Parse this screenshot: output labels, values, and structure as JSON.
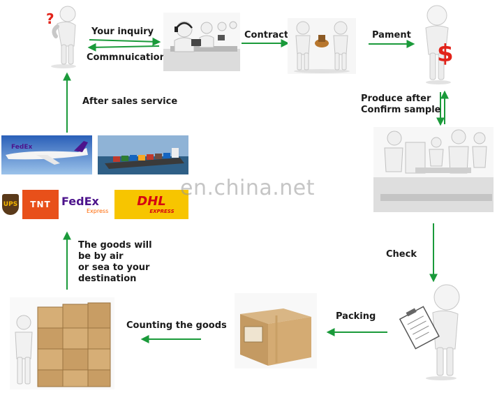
{
  "labels": {
    "your_inquiry": "Your inquiry",
    "communication": "Commnuication",
    "contract": "Contract",
    "payment": "Pament",
    "produce": "Produce after\nConfirm sample",
    "check": "Check",
    "packing": "Packing",
    "counting": "Counting the goods",
    "shipping": "The goods will\nbe by air\nor sea to your\ndestination",
    "after_sales": "After sales service"
  },
  "carriers": {
    "ups": "UPS",
    "tnt": "TNT",
    "fedex": "FedEx",
    "fedex_sub": "Express",
    "dhl": "DHL",
    "dhl_sub": "EXPRESS"
  },
  "plane_brand": "FedEx",
  "watermark": "en.china.net",
  "colors": {
    "arrow": "#1a9a3a",
    "figure": "#f2f2f2",
    "box": "#c9a06a",
    "dhl_yellow": "#f7c500",
    "dhl_red": "#d40511",
    "fedex_purple": "#4d148c",
    "fedex_orange": "#ff6600",
    "tnt_orange": "#e8501a",
    "ups_brown": "#5a3a1a"
  }
}
